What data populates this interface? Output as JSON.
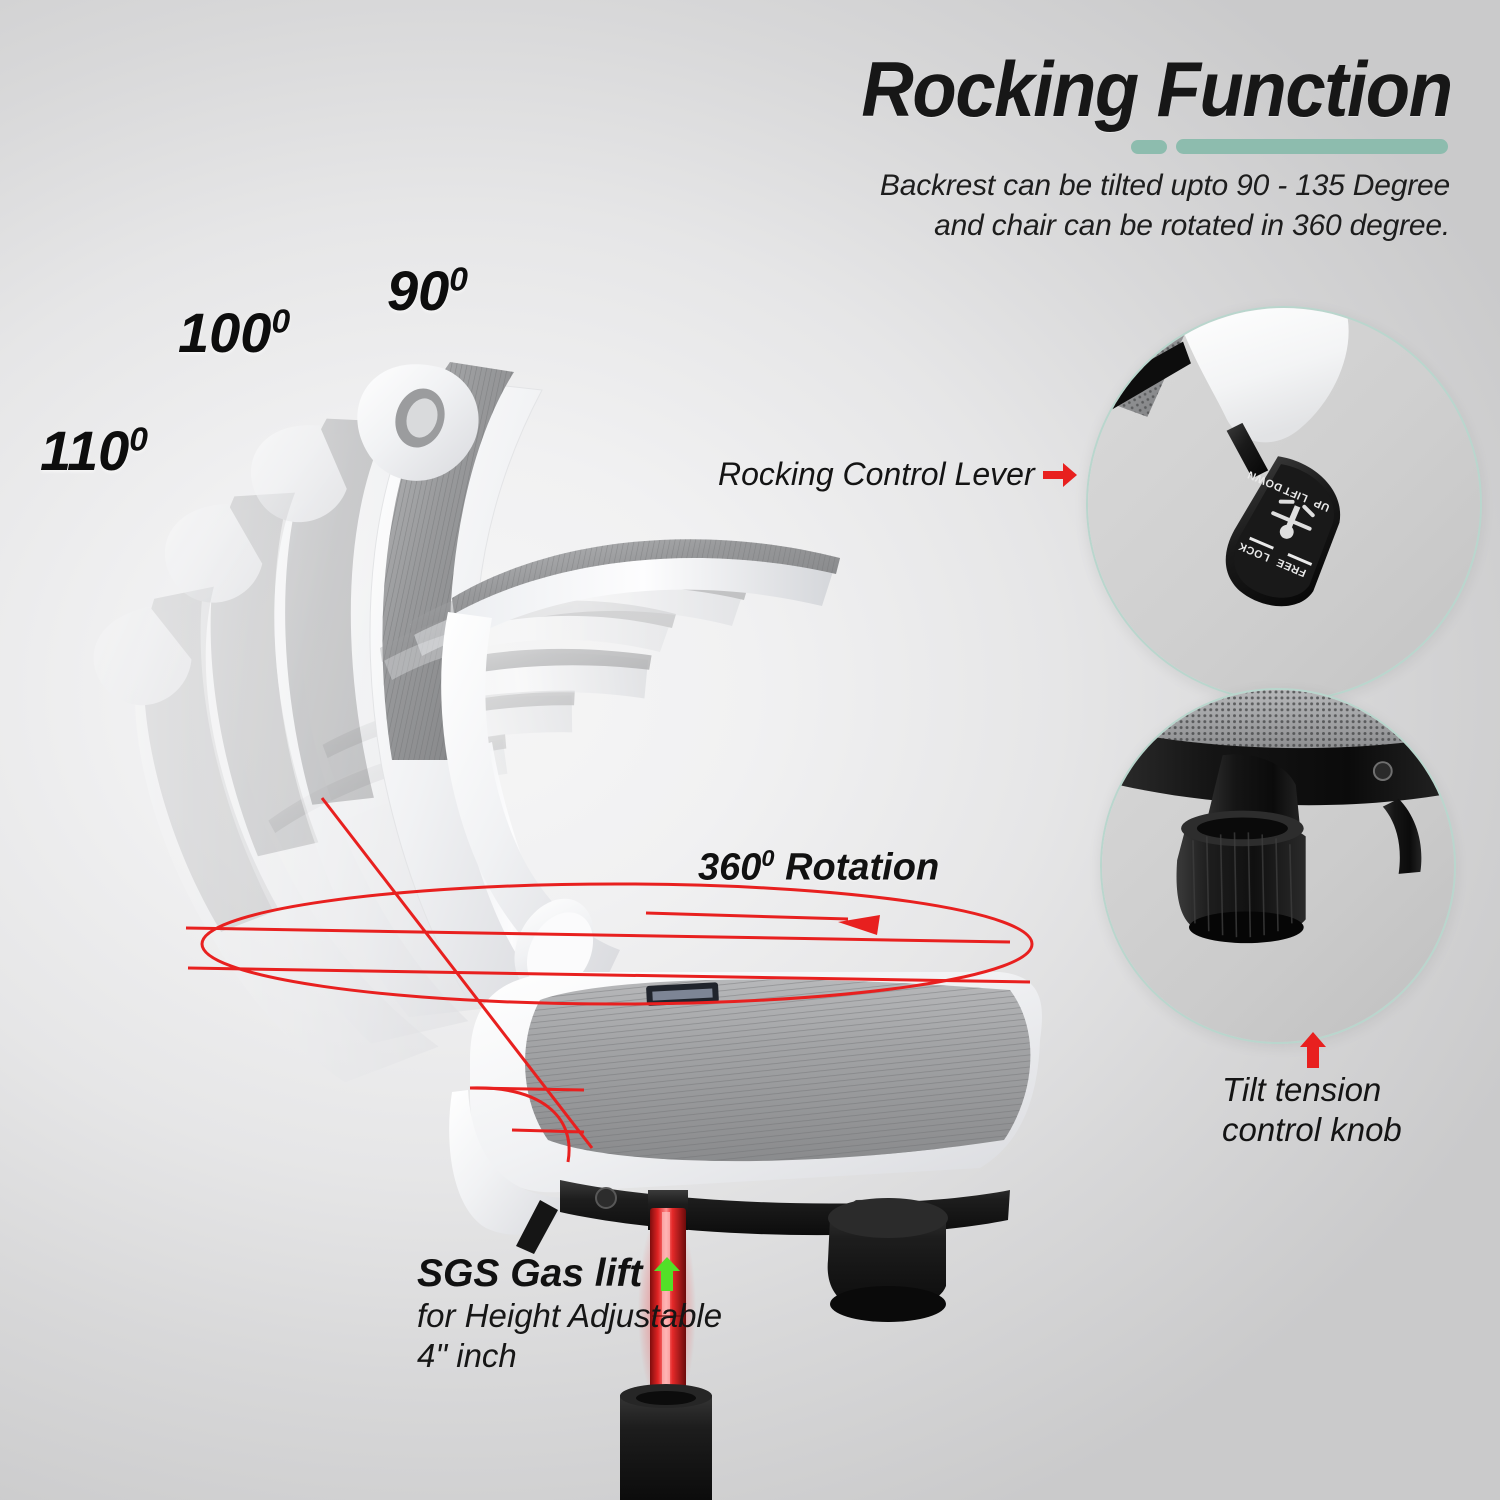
{
  "header": {
    "title": "Rocking Function",
    "subtitle_line1": "Backrest can be tilted upto 90 - 135 Degree",
    "subtitle_line2": "and chair can be rotated in 360 degree.",
    "accent_color": "#8dbcae"
  },
  "angles": {
    "a90": "90",
    "a100": "100",
    "a110": "110",
    "degree_symbol": "0"
  },
  "labels": {
    "rotation_value": "360",
    "rotation_text": " Rotation",
    "gas_lift_title": "SGS Gas lift",
    "gas_lift_line2": "for Height Adjustable",
    "gas_lift_line3": "4\" inch",
    "rocking_control_lever": "Rocking Control Lever",
    "tilt_knob_line1": "Tilt tension",
    "tilt_knob_line2": "control knob"
  },
  "lever_closeup": {
    "free_text": "FREE",
    "lock_text": "LOCK",
    "up_text": "UP",
    "lift_text": "LIFT",
    "down_text": "DOWN"
  },
  "colors": {
    "red_annotation": "#e8201f",
    "green_arrow": "#52e028",
    "teal_border": "#b9d6cd",
    "chair_frame_white": "#f4f5f7",
    "chair_mesh_gray": "#9fa0a2",
    "base_black": "#1b1b1b"
  }
}
